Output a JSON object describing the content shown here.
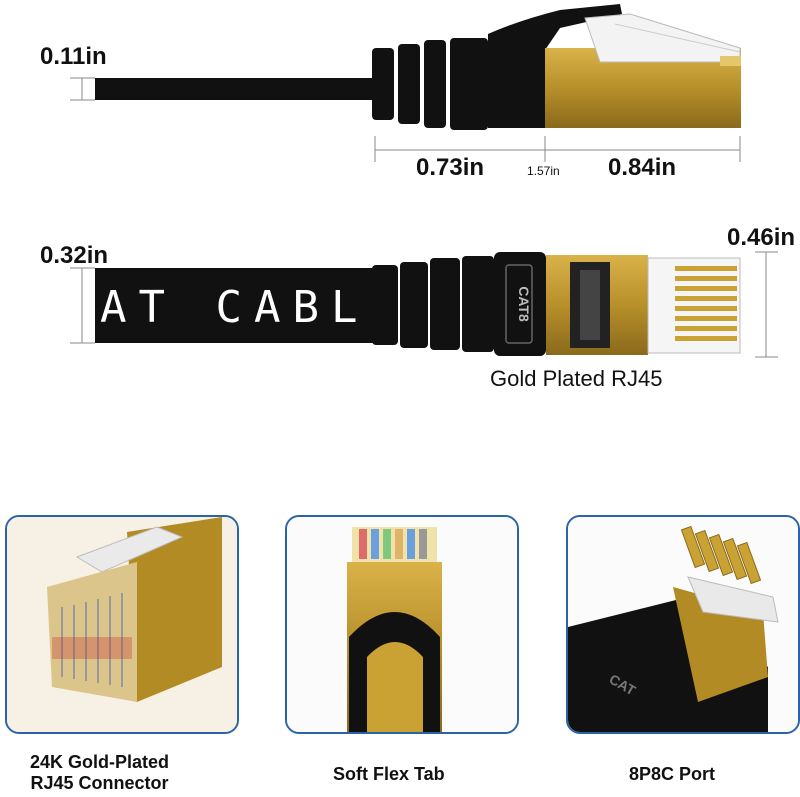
{
  "top_diagram": {
    "thickness_label": "0.11in",
    "boot_length_label": "0.73in",
    "total_length_label": "1.57in",
    "plug_length_label": "0.84in"
  },
  "middle_diagram": {
    "width_label": "0.32in",
    "plug_width_label": "0.46in",
    "cable_print": "AT CABLE",
    "plug_badge": "CAT8",
    "caption": "Gold Plated RJ45"
  },
  "panels": [
    {
      "label_line1": "24K Gold-Plated",
      "label_line2": "RJ45 Connector"
    },
    {
      "label_line1": "Soft Flex Tab"
    },
    {
      "label_line1": "8P8C Port",
      "badge": "CAT"
    }
  ],
  "colors": {
    "gold": "#c9a233",
    "panel_border": "#2b63a8",
    "cable": "#111111"
  }
}
